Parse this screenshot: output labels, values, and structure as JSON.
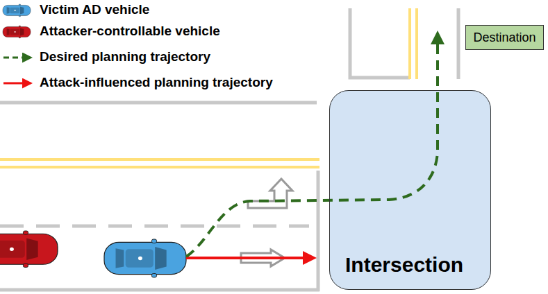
{
  "diagram": {
    "nodes": [
      {
        "text": [
          "Destination"
        ]
      },
      {
        "text": [
          "Intersection"
        ]
      }
    ],
    "legend": [
      {
        "text": "Victim AD vehicle"
      },
      {
        "text": "Attacker-controllable vehicle"
      },
      {
        "text": "Desired planning trajectory"
      },
      {
        "text": "Attack-influenced planning trajectory"
      }
    ]
  }
}
